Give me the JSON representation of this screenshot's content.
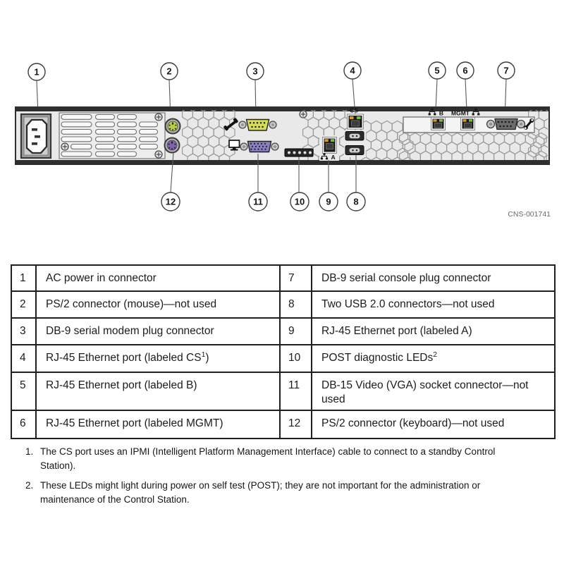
{
  "diagram": {
    "callouts_top": [
      {
        "n": "1"
      },
      {
        "n": "2"
      },
      {
        "n": "3"
      },
      {
        "n": "4"
      },
      {
        "n": "5"
      },
      {
        "n": "6"
      },
      {
        "n": "7"
      }
    ],
    "callouts_bottom": [
      {
        "n": "12"
      },
      {
        "n": "11"
      },
      {
        "n": "10"
      },
      {
        "n": "9"
      },
      {
        "n": "8"
      }
    ],
    "port_labels": {
      "cs": "CS",
      "b": "B",
      "mgmt": "MGMT",
      "a": "A"
    },
    "figure_id": "CNS-001741",
    "colors": {
      "ps2_mouse": "#b9cc4a",
      "ps2_keyboard": "#7f64ad",
      "serial_modem": "#d8de52",
      "vga": "#8a7fc2",
      "led_amber": "#dd9725",
      "led_green": "#79b843"
    }
  },
  "table": {
    "rows": [
      {
        "left": {
          "num": "1",
          "pre": "AC power in connector",
          "sup": "",
          "post": ""
        },
        "right": {
          "num": "7",
          "pre": "DB-9 serial console plug connector",
          "sup": "",
          "post": ""
        }
      },
      {
        "left": {
          "num": "2",
          "pre": "PS/2 connector (mouse)—not used",
          "sup": "",
          "post": ""
        },
        "right": {
          "num": "8",
          "pre": "Two USB 2.0 connectors—not used",
          "sup": "",
          "post": ""
        }
      },
      {
        "left": {
          "num": "3",
          "pre": "DB-9 serial modem plug connector",
          "sup": "",
          "post": ""
        },
        "right": {
          "num": "9",
          "pre": "RJ-45 Ethernet port (labeled A)",
          "sup": "",
          "post": ""
        }
      },
      {
        "left": {
          "num": "4",
          "pre": "RJ-45 Ethernet port (labeled CS",
          "sup": "1",
          "post": ")"
        },
        "right": {
          "num": "10",
          "pre": "POST diagnostic LEDs",
          "sup": "2",
          "post": ""
        }
      },
      {
        "left": {
          "num": "5",
          "pre": "RJ-45 Ethernet port (labeled B)",
          "sup": "",
          "post": ""
        },
        "right": {
          "num": "11",
          "pre": "DB-15 Video (VGA) socket connector—not used",
          "sup": "",
          "post": ""
        }
      },
      {
        "left": {
          "num": "6",
          "pre": "RJ-45 Ethernet port (labeled MGMT)",
          "sup": "",
          "post": ""
        },
        "right": {
          "num": "12",
          "pre": "PS/2 connector (keyboard)—not used",
          "sup": "",
          "post": ""
        }
      }
    ]
  },
  "footnotes": [
    {
      "num": "1.",
      "text": "The CS port uses an IPMI (Intelligent Platform Management Interface) cable to connect to a standby Control Station)."
    },
    {
      "num": "2.",
      "text": "These LEDs might light during power on self test (POST); they are not important for the administration or maintenance of the Control Station."
    }
  ]
}
